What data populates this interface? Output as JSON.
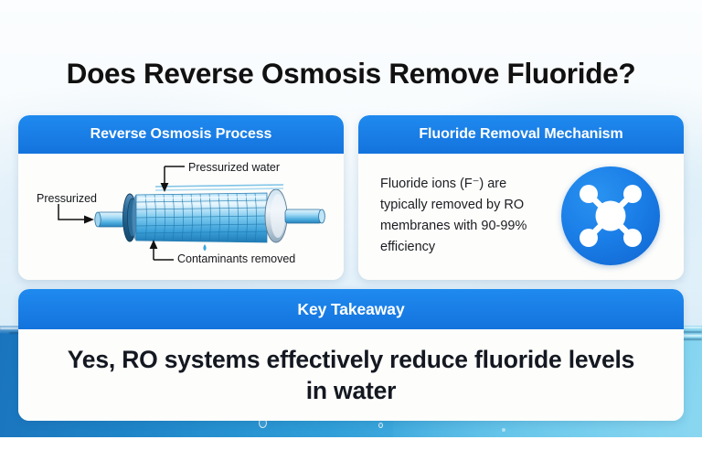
{
  "title": "Does Reverse Osmosis Remove Fluoride?",
  "cards": {
    "ro_process": {
      "header": "Reverse Osmosis Process",
      "diagram": {
        "labels": {
          "inlet": "Pressurized",
          "top": "Pressurized water",
          "bottom": "Contaminants removed"
        }
      }
    },
    "fluoride_removal": {
      "header": "Fluoride Removal Mechanism",
      "body_text": "Fluoride ions (F⁻) are typically removed by RO membranes with 90-99% efficiency",
      "icon": "molecule-icon"
    },
    "key_takeaway": {
      "header": "Key Takeaway",
      "text": "Yes, RO systems effectively reduce fluoride levels in water"
    }
  },
  "colors": {
    "header_blue": "#1678e0",
    "accent_blue": "#1b7fe8",
    "water_blue": "#2f9ed8",
    "title_black": "#111111",
    "card_bg": "#fdfdfb"
  }
}
